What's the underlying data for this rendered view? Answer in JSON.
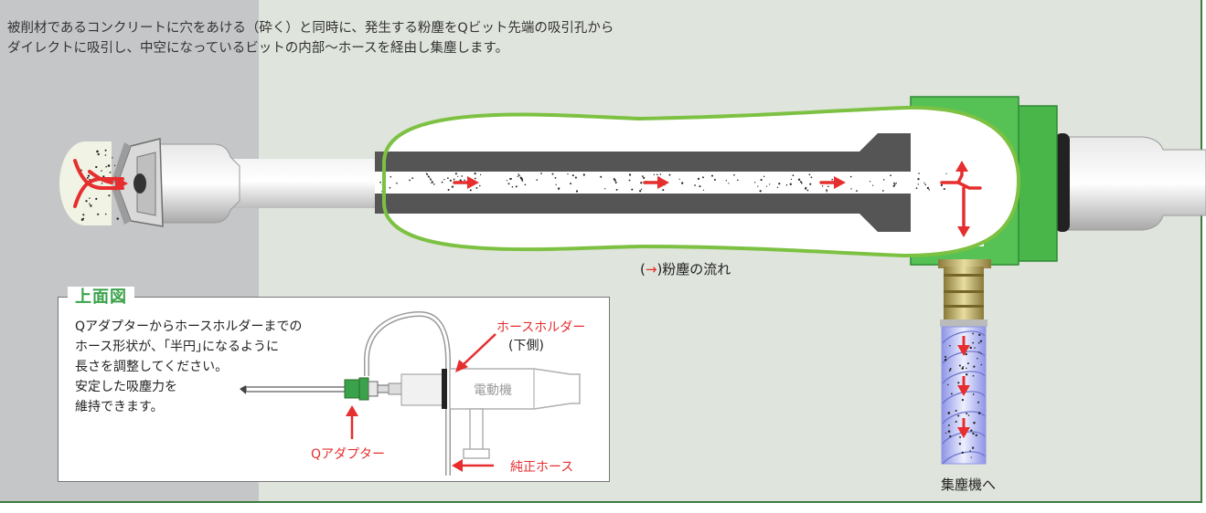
{
  "intro": {
    "line1": "被削材であるコンクリートに穴をあける（砕く）と同時に、発生する粉塵をQビット先端の吸引孔から",
    "line2": "ダイレクトに吸引し、中空になっているビットの内部〜ホースを経由し集塵します。"
  },
  "flow_label": {
    "arrow": "→",
    "prefix": "(",
    "suffix": ")粉塵の流れ"
  },
  "dust_collector_label": "集塵機へ",
  "top_view": {
    "title": "上面図",
    "description": [
      "Qアダプターからホースホルダーまでの",
      "ホース形状が、｢半円｣になるように",
      "長さを調整してください。",
      "安定した吸塵力を",
      "維持できます。"
    ],
    "hose_holder_label": "ホースホルダー",
    "hose_holder_sub": "(下側)",
    "motor_label": "電動機",
    "adapter_label": "Qアダプター",
    "genuine_hose_label": "純正ホース"
  },
  "colors": {
    "accent_red": "#e62e2e",
    "accent_green": "#3aa24a",
    "panel_bg": "#dfe4dc",
    "concrete": "#c4c6c7"
  }
}
